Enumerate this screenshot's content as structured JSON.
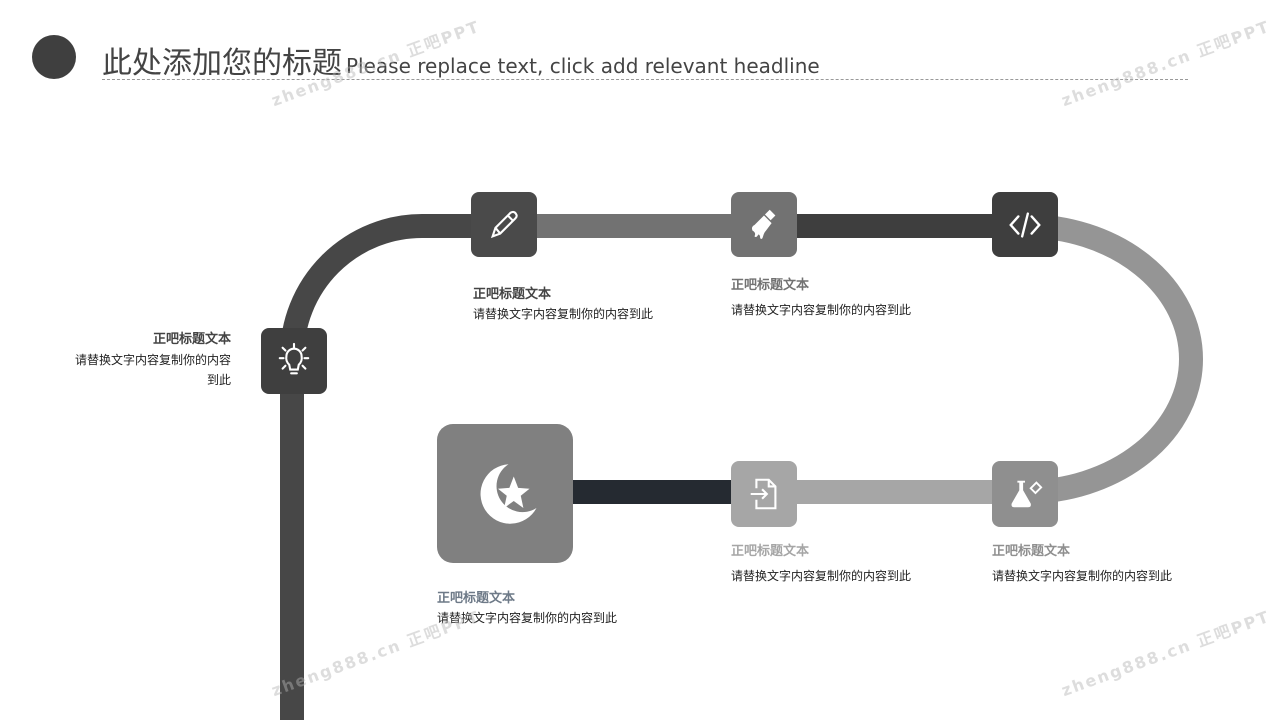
{
  "header": {
    "title_cn": "此处添加您的标题",
    "title_en": "Please replace text, click add relevant headline"
  },
  "steps": [
    {
      "icon": "lightbulb-icon",
      "title": "正吧标题文本",
      "desc": "请替换文字内容复制你的内容",
      "desc2": "到此"
    },
    {
      "icon": "pencil-icon",
      "title": "正吧标题文本",
      "desc": "请替换文字内容复制你的内容到此"
    },
    {
      "icon": "paint-brush-icon",
      "title": "正吧标题文本",
      "desc": "请替换文字内容复制你的内容到此"
    },
    {
      "icon": "code-icon",
      "title": "",
      "desc": ""
    },
    {
      "icon": "flask-icon",
      "title": "正吧标题文本",
      "desc": "请替换文字内容复制你的内容到此"
    },
    {
      "icon": "file-import-icon",
      "title": "正吧标题文本",
      "desc": "请替换文字内容复制你的内容到此"
    },
    {
      "icon": "star-crescent-icon",
      "title": "正吧标题文本",
      "desc": "请替换文字内容复制你的内容到此"
    }
  ],
  "watermark": "zheng888.cn 正吧PPT",
  "colors": {
    "dark": "#3f3f3f",
    "mid": "#727272",
    "light": "#a6a6a6",
    "navy": "#252a31"
  }
}
